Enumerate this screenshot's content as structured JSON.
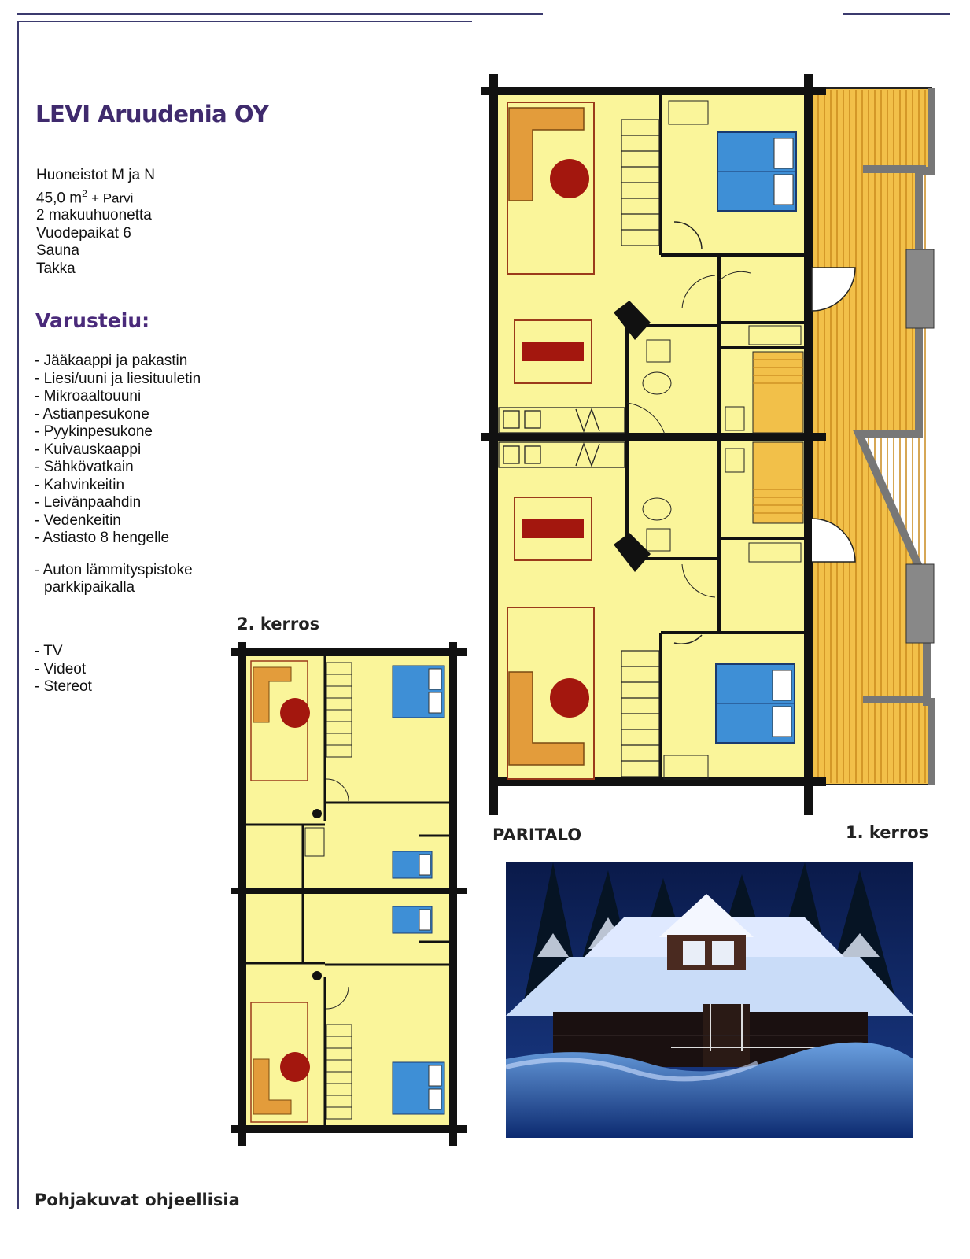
{
  "heading": "LEVI Aruudenia OY",
  "details": {
    "line1": "Huoneistot M ja N",
    "area": "45,0 m",
    "area_sup": "2",
    "area_extra": "+ Parvi",
    "line3": "2 makuuhuonetta",
    "line4": "Vuodepaikat 6",
    "line5": "Sauna",
    "line6": "Takka"
  },
  "equipment": {
    "title": "Varusteiu:",
    "items": [
      "- Jääkaappi ja pakastin",
      "- Liesi/uuni ja liesituuletin",
      "- Mikroaaltouuni",
      "- Astianpesukone",
      "- Pyykinpesukone",
      "- Kuivauskaappi",
      "- Sähkövatkain",
      "- Kahvinkeitin",
      "- Leivänpaahdin",
      "- Vedenkeitin",
      "- Astiasto 8 hengelle"
    ],
    "extra_line1": "- Auton lämmityspistoke",
    "extra_line2": "parkkipaikalla",
    "media": [
      "- TV",
      "- Videot",
      "- Stereot"
    ]
  },
  "labels": {
    "second_floor": "2. kerros",
    "building_type": "PARITALO",
    "first_floor": "1. kerros"
  },
  "footer": "Pohjakuvat ohjeellisia",
  "colors": {
    "accent": "#3f2a6d",
    "room_fill": "#faf59a",
    "terrace_fill": "#f2c049",
    "wall": "#111111",
    "bed_blue": "#3e8fd6",
    "sofa_orange": "#e39c3b",
    "table_red": "#a3170e"
  }
}
